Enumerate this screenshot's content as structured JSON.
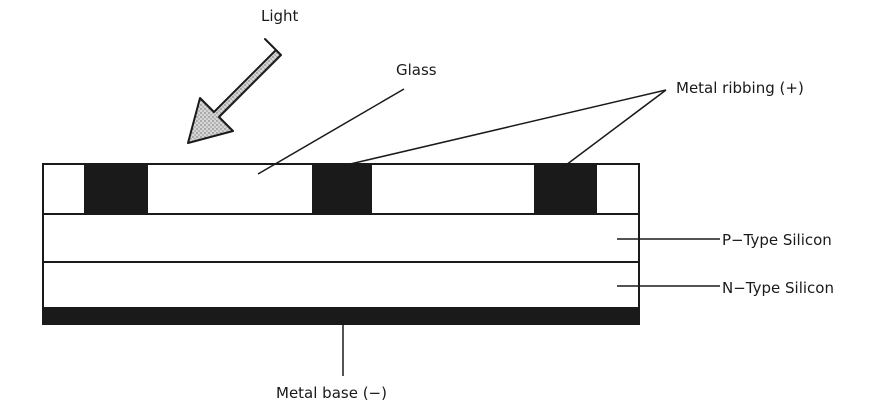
{
  "labels": {
    "light": "Light",
    "glass": "Glass",
    "metal_ribbing": "Metal ribbing (+)",
    "p_type_silicon": "P−Type Silicon",
    "n_type_silicon": "N−Type Silicon",
    "metal_base": "Metal base (−)"
  },
  "colors": {
    "line": "#1a1a1a",
    "fill_dark": "#1a1a1a",
    "arrow_fill": "#c8c8c8",
    "background": "#ffffff"
  }
}
